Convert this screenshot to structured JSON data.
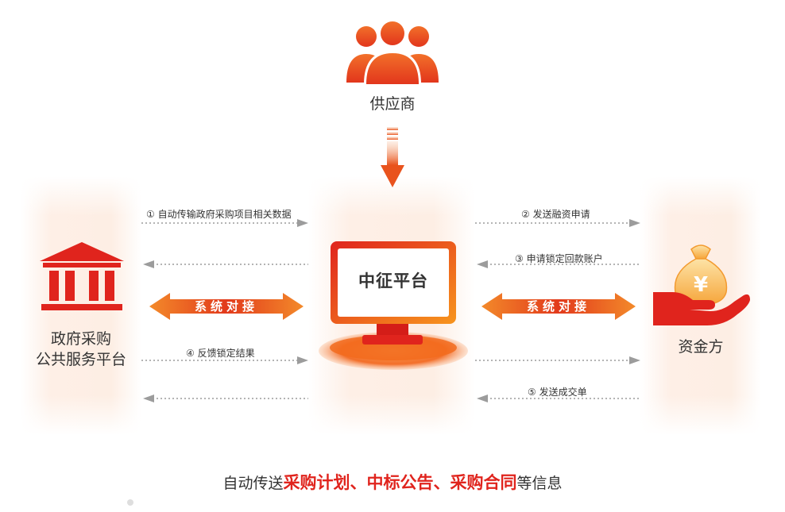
{
  "supplier": {
    "label": "供应商",
    "icon": "people-group-icon"
  },
  "gov": {
    "label_line1": "政府采购",
    "label_line2": "公共服务平台",
    "icon": "government-building-icon"
  },
  "center": {
    "label": "中征平台",
    "icon": "monitor-icon"
  },
  "fund": {
    "label": "资金方",
    "icon": "hand-money-bag-icon",
    "currency_symbol": "¥"
  },
  "steps": {
    "s1": "① 自动传输政府采购项目相关数据",
    "s2": "② 发送融资申请",
    "s3": "③ 申请锁定回款账户",
    "s4": "④ 反馈锁定结果",
    "s5": "⑤ 发送成交单"
  },
  "connector_left": "系统对接",
  "connector_right": "系统对接",
  "bottom": {
    "prefix": "自动传送",
    "highlight": "采购计划、中标公告、采购合同",
    "suffix": "等信息"
  },
  "colors": {
    "accent": "#e0241d",
    "orange": "#f26b1d",
    "column_bg": "#feefe6",
    "dotted": "#999999"
  }
}
